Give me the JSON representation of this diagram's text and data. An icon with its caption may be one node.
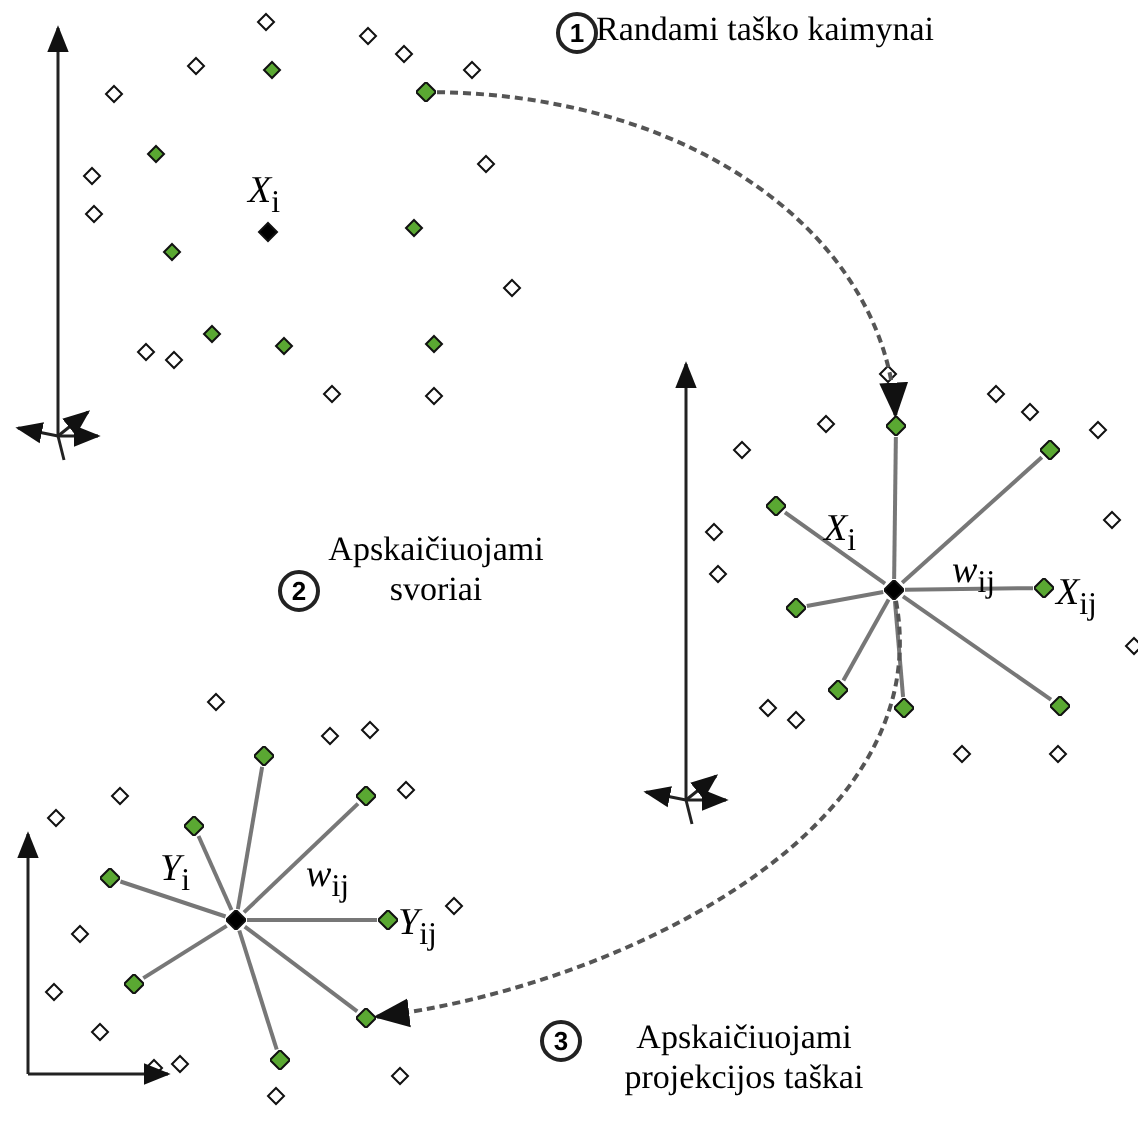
{
  "diagram": {
    "nodes": [
      {
        "text": [],
        "shape": "diamond"
      },
      {
        "text": [],
        "shape": "diamond"
      },
      {
        "text": [],
        "shape": "diamond"
      },
      {
        "text": [],
        "shape": "diamond"
      },
      {
        "text": [],
        "shape": "diamond"
      },
      {
        "text": [],
        "shape": "diamond"
      },
      {
        "text": [],
        "shape": "diamond"
      },
      {
        "text": [],
        "shape": "diamond"
      },
      {
        "text": [],
        "shape": "diamond"
      },
      {
        "text": [],
        "shape": "diamond"
      },
      {
        "text": [],
        "shape": "diamond"
      },
      {
        "text": [],
        "shape": "diamond"
      },
      {
        "text": [],
        "shape": "diamond"
      },
      {
        "text": [],
        "shape": "diamond"
      },
      {
        "text": [],
        "shape": "diamond"
      },
      {
        "text": [],
        "shape": "diamond"
      },
      {
        "text": [],
        "shape": "diamond"
      },
      {
        "text": [],
        "shape": "diamond"
      },
      {
        "text": [],
        "shape": "diamond"
      }
    ],
    "edges": [
      {
        "from": 0,
        "to": 2,
        "arrow": "to",
        "style": "dashed"
      },
      {
        "from": 1,
        "to": 2,
        "arrow": "none"
      },
      {
        "from": 1,
        "to": 3,
        "arrow": "none"
      },
      {
        "from": 1,
        "to": 4,
        "arrow": "none"
      },
      {
        "from": 1,
        "to": 5,
        "arrow": "none"
      },
      {
        "from": 1,
        "to": 6,
        "arrow": "none"
      },
      {
        "from": 1,
        "to": 7,
        "arrow": "none"
      },
      {
        "from": 1,
        "to": 8,
        "arrow": "none"
      },
      {
        "from": 1,
        "to": 9,
        "arrow": "none"
      },
      {
        "from": 1,
        "to": 17,
        "arrow": "to",
        "style": "dashed"
      },
      {
        "from": 10,
        "to": 11,
        "arrow": "none"
      },
      {
        "from": 10,
        "to": 12,
        "arrow": "none"
      },
      {
        "from": 10,
        "to": 13,
        "arrow": "none"
      },
      {
        "from": 10,
        "to": 14,
        "arrow": "none"
      },
      {
        "from": 10,
        "to": 15,
        "arrow": "none"
      },
      {
        "from": 10,
        "to": 16,
        "arrow": "none"
      },
      {
        "from": 10,
        "to": 17,
        "arrow": "none"
      },
      {
        "from": 10,
        "to": 18,
        "arrow": "none"
      }
    ],
    "labels": [
      "1",
      "Randami taško kaimynai",
      "*X*$_{i}$",
      "2",
      "Apskaičiuojami svoriai",
      "*X*$_{i}$",
      "*w*$_{ij}$",
      "*X*$_{ij}$",
      "*Y*$_{i}$",
      "*w*$_{ij}$",
      "*Y*$_{ij}$",
      "3",
      "Apskaičiuojami projekcijos taškai"
    ]
  }
}
